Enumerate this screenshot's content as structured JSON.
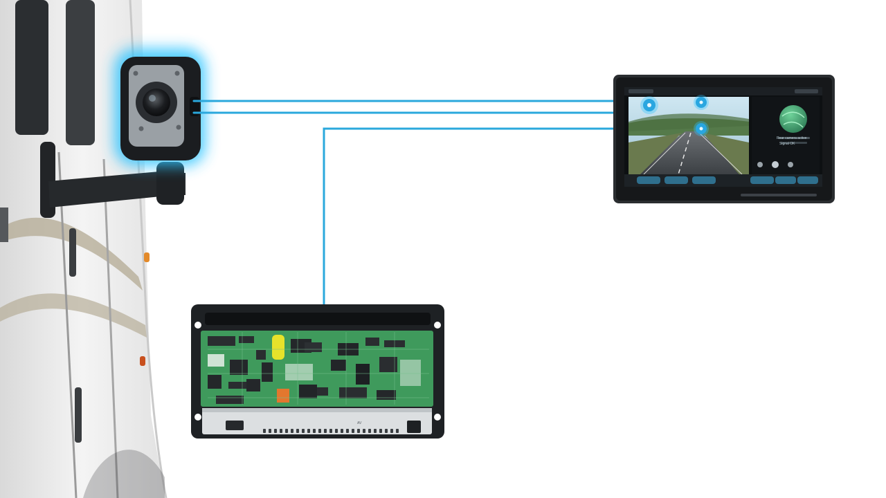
{
  "diagram": {
    "nodes": [
      {
        "id": "camera",
        "kind": "rv-mounted-backup-camera"
      },
      {
        "id": "monitor",
        "kind": "in-dash-touchscreen-monitor"
      },
      {
        "id": "control-unit",
        "kind": "circuit-board-control-box"
      }
    ],
    "connections": [
      {
        "from": "camera",
        "to": "monitor"
      },
      {
        "from": "camera",
        "to": "monitor"
      },
      {
        "from": "control-unit",
        "to": "monitor"
      }
    ],
    "colors": {
      "wire": "#2aa8dc",
      "glow": "#2ec4ff",
      "pcb": "#3f9a5c",
      "device_frame": "#1e2124",
      "rv_body": "#eeeeee",
      "rv_stripe": "#b7ae98"
    }
  },
  "monitor_screen": {
    "status_text": "Rear camera active",
    "panel_text": "Signal OK"
  },
  "control_box": {
    "port_label": "AV"
  }
}
